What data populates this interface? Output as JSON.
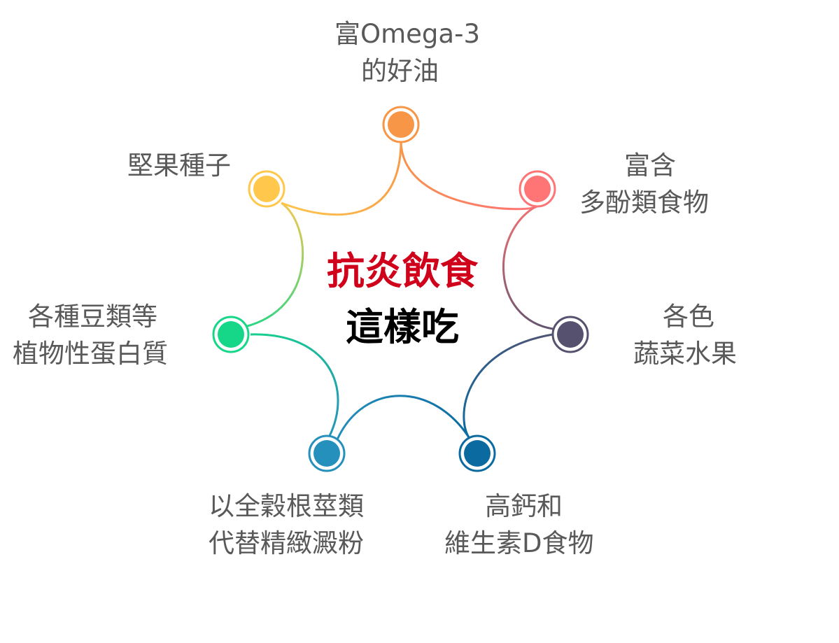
{
  "center": {
    "title_line1": "抗炎飲食",
    "title_line2": "這樣吃",
    "title_line1_color": "#d0021b",
    "title_line2_color": "#000000"
  },
  "nodes": [
    {
      "id": "omega3",
      "color": "#f79646",
      "lines": [
        "富Omega-3",
        "的好油"
      ]
    },
    {
      "id": "polyphenol",
      "color": "#ff7474",
      "lines": [
        "富含",
        "多酚類食物"
      ]
    },
    {
      "id": "vegetables",
      "color": "#56516f",
      "lines": [
        "各色",
        "蔬菜水果"
      ]
    },
    {
      "id": "calcium",
      "color": "#0b6ba0",
      "lines": [
        "高鈣和",
        "維生素D食物"
      ]
    },
    {
      "id": "whole-grains",
      "color": "#2690bd",
      "lines": [
        "以全穀根莖類",
        "代替精緻澱粉"
      ]
    },
    {
      "id": "beans",
      "color": "#16d788",
      "lines": [
        "各種豆類等",
        "植物性蛋白質"
      ]
    },
    {
      "id": "nuts",
      "color": "#ffc84d",
      "lines": [
        "堅果種子"
      ]
    }
  ]
}
